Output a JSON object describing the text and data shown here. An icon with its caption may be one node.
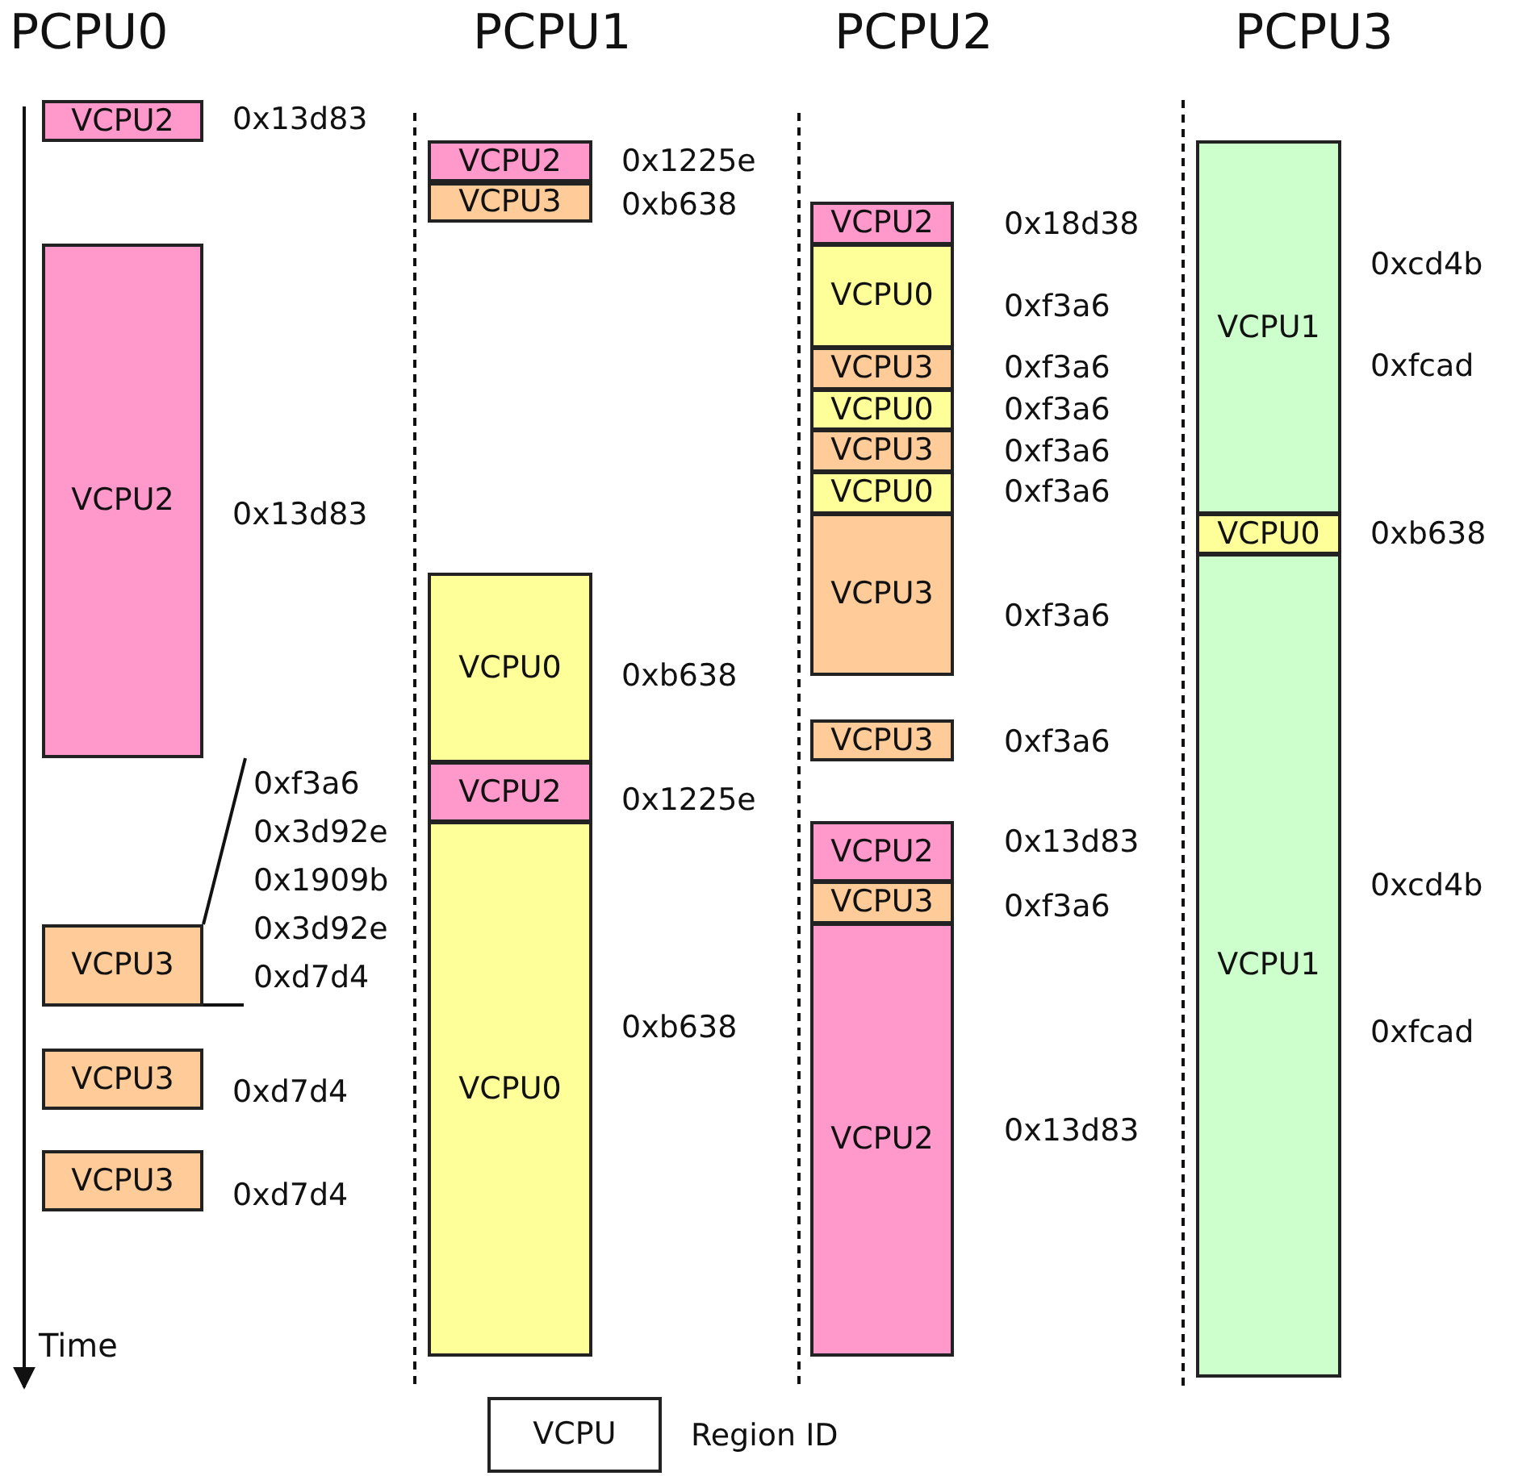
{
  "diagram": {
    "nodes": [
      {
        "text": [
          "VCPU2"
        ],
        "beside": [
          "0x13d83"
        ]
      },
      {
        "text": [
          "VCPU2"
        ],
        "beside": [
          "0x13d83"
        ]
      },
      {
        "text": [
          "VCPU3"
        ],
        "beside": [
          "0xf3a6",
          "0x3d92e",
          "0x1909b",
          "0x3d92e",
          "0xd7d4"
        ]
      },
      {
        "text": [
          "VCPU3"
        ],
        "beside": [
          "0xd7d4"
        ]
      },
      {
        "text": [
          "VCPU3"
        ],
        "beside": [
          "0xd7d4"
        ]
      },
      {
        "text": [
          "VCPU2"
        ],
        "beside": [
          "0x1225e"
        ]
      },
      {
        "text": [
          "VCPU3"
        ],
        "beside": [
          "0xb638"
        ]
      },
      {
        "text": [
          "VCPU0"
        ],
        "beside": [
          "0xb638"
        ]
      },
      {
        "text": [
          "VCPU2"
        ],
        "beside": [
          "0x1225e"
        ]
      },
      {
        "text": [
          "VCPU0"
        ],
        "beside": [
          "0xb638"
        ]
      },
      {
        "text": [
          "VCPU2"
        ],
        "beside": [
          "0x18d38"
        ]
      },
      {
        "text": [
          "VCPU0"
        ],
        "beside": [
          "0xf3a6"
        ]
      },
      {
        "text": [
          "VCPU3"
        ],
        "beside": [
          "0xf3a6"
        ]
      },
      {
        "text": [
          "VCPU0"
        ],
        "beside": [
          "0xf3a6"
        ]
      },
      {
        "text": [
          "VCPU3"
        ],
        "beside": [
          "0xf3a6"
        ]
      },
      {
        "text": [
          "VCPU0"
        ],
        "beside": [
          "0xf3a6"
        ]
      },
      {
        "text": [
          "VCPU3"
        ],
        "beside": [
          "0xf3a6"
        ]
      },
      {
        "text": [
          "VCPU3"
        ],
        "beside": [
          "0xf3a6"
        ]
      },
      {
        "text": [
          "VCPU2"
        ],
        "beside": [
          "0x13d83"
        ]
      },
      {
        "text": [
          "VCPU3"
        ],
        "beside": [
          "0xf3a6"
        ]
      },
      {
        "text": [
          "VCPU2"
        ],
        "beside": [
          "0x13d83"
        ]
      },
      {
        "text": [
          "VCPU1"
        ],
        "beside": [
          "0xcd4b",
          "0xfcad"
        ]
      },
      {
        "text": [
          "VCPU0"
        ],
        "beside": [
          "0xb638"
        ]
      },
      {
        "text": [
          "VCPU1"
        ],
        "beside": [
          "0xcd4b",
          "0xfcad"
        ]
      },
      {
        "text": [
          "VCPU"
        ],
        "beside": [
          "Region ID"
        ]
      }
    ],
    "labels": [
      "PCPU0",
      "PCPU1",
      "PCPU2",
      "PCPU3",
      "Time"
    ]
  }
}
